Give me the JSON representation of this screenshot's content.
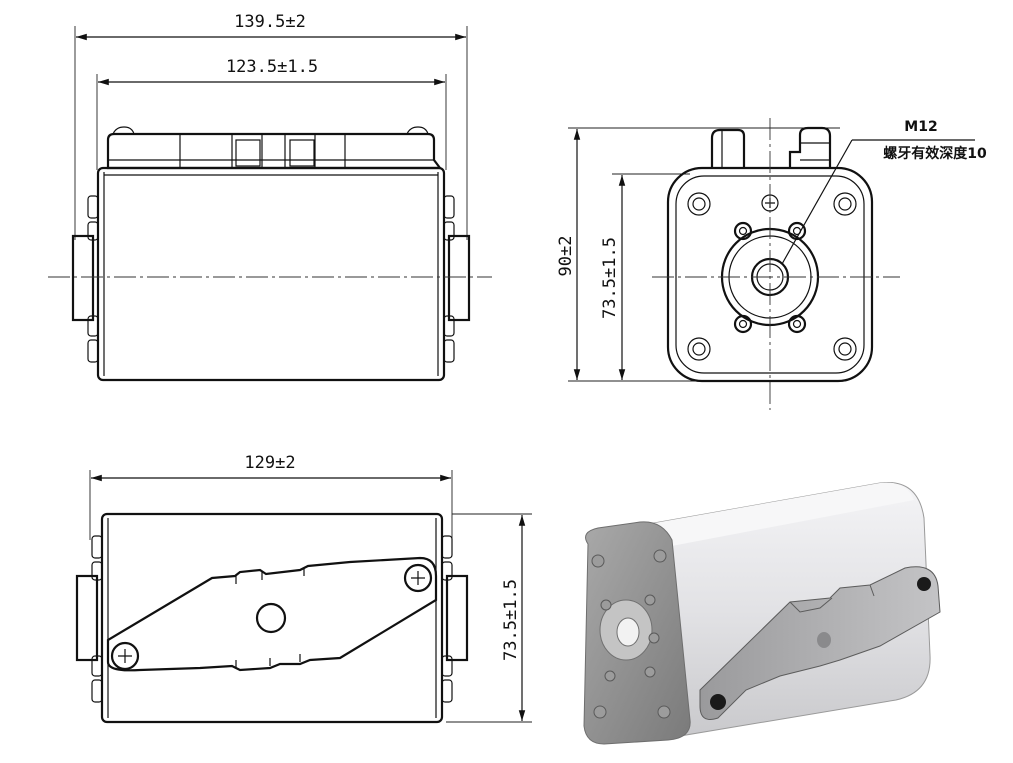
{
  "dimensions": {
    "front_overall_width": "139.5±2",
    "front_body_width": "123.5±1.5",
    "side_overall_height": "90±2",
    "side_body_height": "73.5±1.5",
    "bottom_width": "129±2",
    "bottom_height": "73.5±1.5"
  },
  "thread_note": {
    "size": "M12",
    "depth": "螺牙有效深度10"
  },
  "colors": {
    "line": "#111111",
    "render_body": "#e6e6e8",
    "render_endcap": "#8f8f8f"
  }
}
